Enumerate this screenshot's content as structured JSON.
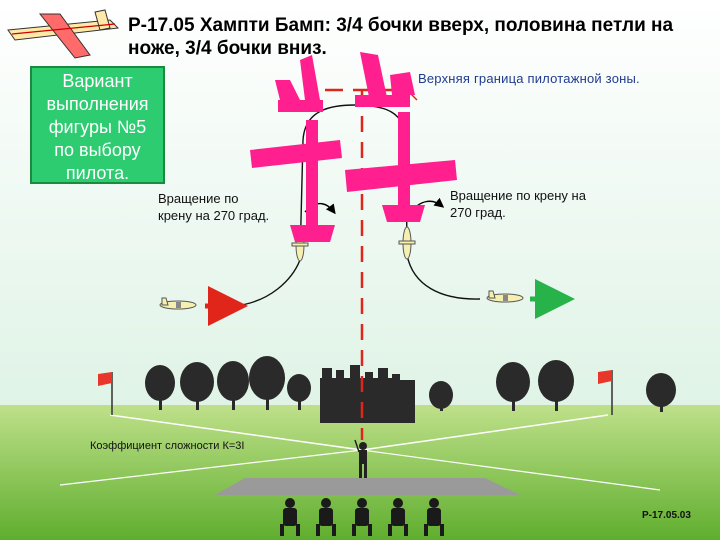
{
  "title": "Р-17.05 Хампти Бамп: 3/4 бочки вверх, половина петли на ноже, 3/4 бочки вниз.",
  "variant_box": {
    "lines": [
      "Вариант",
      "выполнения",
      "фигуры №5",
      "по выбору",
      "пилота."
    ]
  },
  "upper_boundary": "Верхняя граница пилотажной зоны.",
  "rotation_left": [
    "Вращение по",
    "крену на 270 град."
  ],
  "rotation_right": [
    "Вращение по крену на",
    "270 град."
  ],
  "coefficient": "Коэффициент сложности К=3I",
  "figure_code": "Р-17.05.03",
  "colors": {
    "sky_top": "#ffffff",
    "sky_bottom": "#dff3e6",
    "ground": "#7cbf3f",
    "runway": "#9a9a9a",
    "figure_pink": "#ff1f8e",
    "arrow_red": "#e0251a",
    "arrow_green": "#28b34a",
    "flag_red": "#e8372a",
    "variant_box": "#2ecc71"
  }
}
